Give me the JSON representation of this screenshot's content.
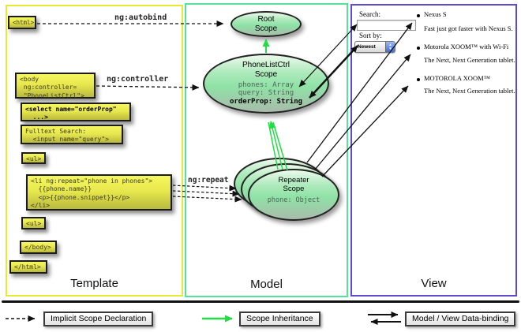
{
  "panels": {
    "template": {
      "label": "Template",
      "border_color": "#e9e832"
    },
    "model": {
      "label": "Model",
      "border_color": "#55e39c"
    },
    "view": {
      "label": "View",
      "border_color": "#5b4ccc"
    }
  },
  "template": {
    "boxes": {
      "html_open": [
        "<html>"
      ],
      "body_open": [
        "<body",
        " ng:controller=",
        " \"PhoneListCtrl\">"
      ],
      "select": [
        "<select name=\"orderProp\"",
        "  ...>"
      ],
      "fulltext": [
        "Fulltext Search:",
        "  <input name=\"query\">"
      ],
      "ul_open": [
        "<ul>"
      ],
      "li_repeat": [
        "<li ng:repeat=\"phone in phones\">",
        "  {{phone.name}}",
        "  <p>{{phone.snippet}}</p>",
        "</li>"
      ],
      "ul_second": [
        "<ul>"
      ],
      "body_close": [
        "</body>"
      ],
      "html_close": [
        "</html>"
      ]
    }
  },
  "annotations": {
    "autobind": "ng:autobind",
    "controller": "ng:controller",
    "repeat": "ng:repeat"
  },
  "model": {
    "root_scope": {
      "title": "Root",
      "subtitle": "Scope"
    },
    "phonelist_scope": {
      "title": "PhoneListCtrl",
      "subtitle": "Scope",
      "prop1": "phones: Array",
      "prop2": "query: String",
      "prop3": "orderProp: String"
    },
    "repeater_scope": {
      "title": "Repeater",
      "subtitle": "Scope",
      "prop": "phone: Object"
    }
  },
  "view": {
    "search_label": "Search:",
    "search_value": "",
    "sort_label": "Sort by:",
    "sort_value": "Newest",
    "items": [
      {
        "title": "Nexus S",
        "desc": "Fast just got faster with Nexus S."
      },
      {
        "title": "Motorola XOOM™  with Wi-Fi",
        "desc": "The Next, Next Generation tablet."
      },
      {
        "title": "MOTOROLA XOOM™",
        "desc": "The Next, Next Generation tablet."
      }
    ]
  },
  "legend": {
    "implicit": "Implicit Scope Declaration",
    "inheritance": "Scope Inheritance",
    "databinding": "Model / View Data-binding"
  },
  "colors": {
    "green_arrow": "#22dd44",
    "black": "#111111",
    "box_yellow": "#e8e84e",
    "scope_green": "#8fe2a6"
  }
}
